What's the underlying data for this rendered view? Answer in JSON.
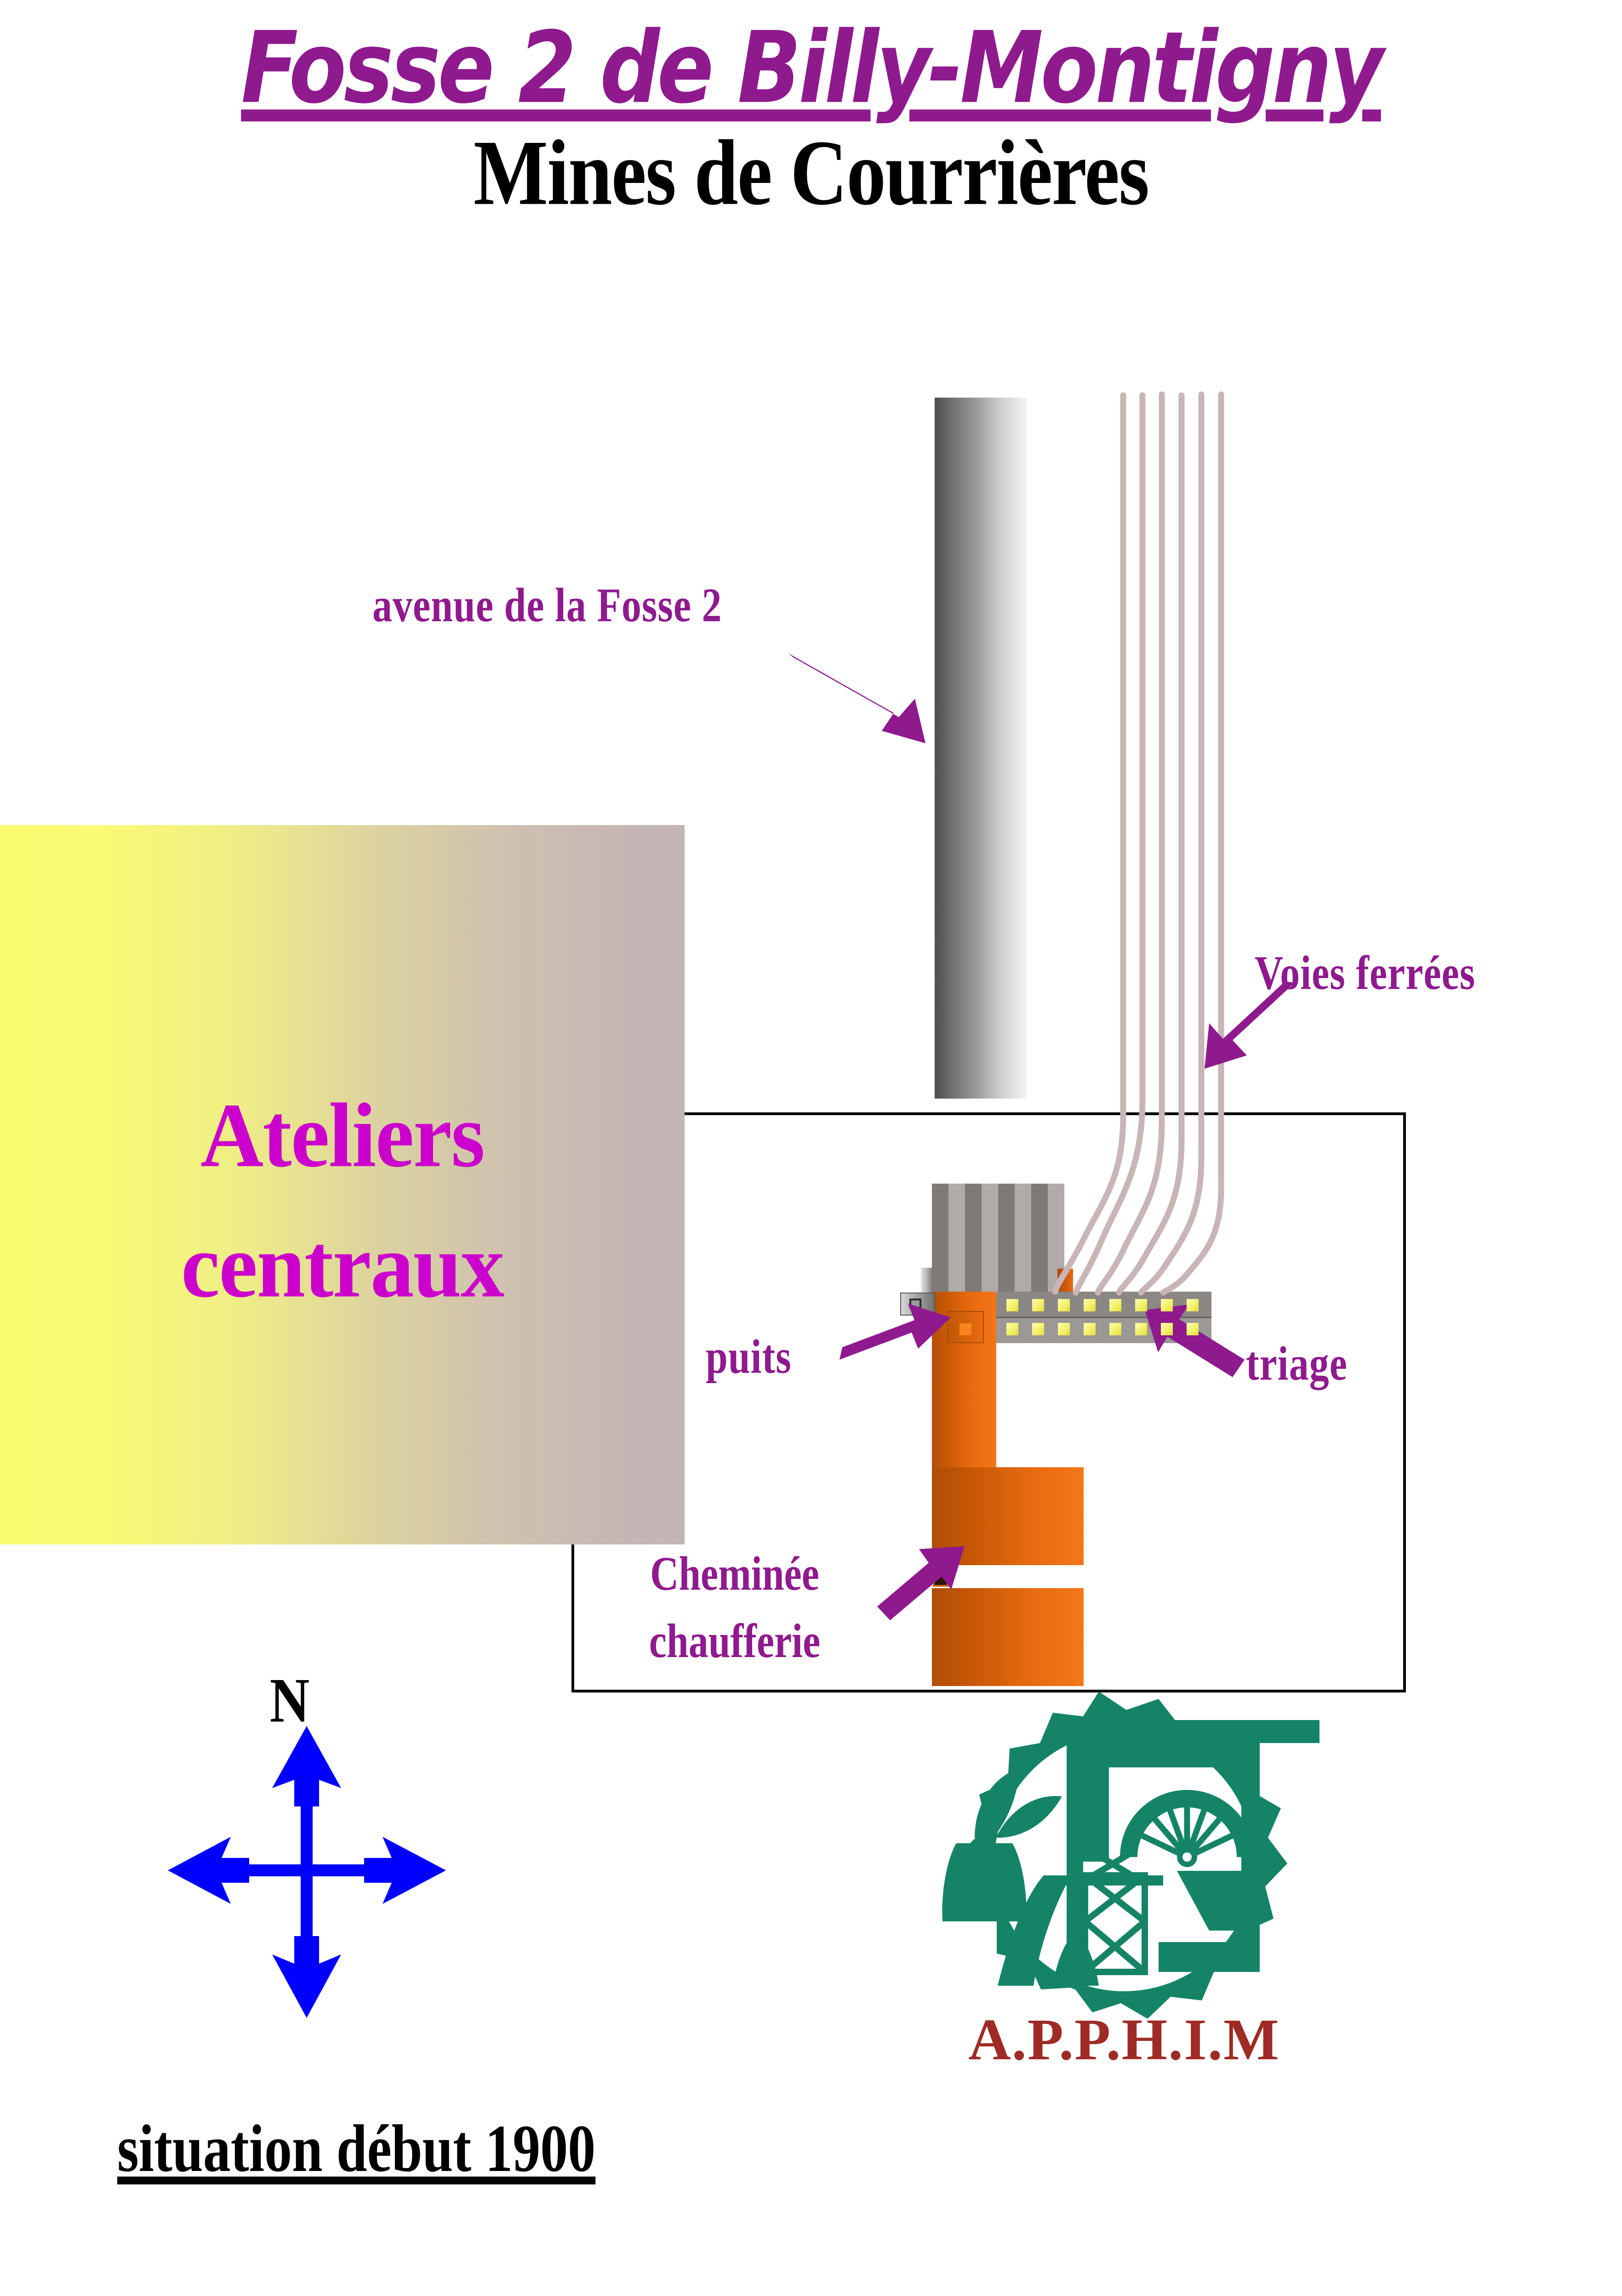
{
  "title": {
    "main": "Fosse 2 de Billy-Montigny",
    "sub": "Mines de Courrières"
  },
  "footer": {
    "caption": "situation début 1900"
  },
  "compass": {
    "north_label": "N"
  },
  "blocks": {
    "ateliers_line1": "Ateliers",
    "ateliers_line2": "centraux"
  },
  "annotations": {
    "avenue": "avenue de la Fosse 2",
    "voies_ferrees": "Voies ferrées",
    "puits": "puits",
    "triage": "triage",
    "cheminee_line1": "Cheminée",
    "cheminee_line2": "chaufferie"
  },
  "logo": {
    "text": "A.P.P.H.I.M"
  },
  "colors": {
    "title_purple": "#8E1A8E",
    "label_purple": "#8E1A8E",
    "ateliers_magenta": "#CC00CC",
    "compass_blue": "#0000FF",
    "logo_green": "#158466",
    "logo_red": "#9E2B25",
    "building_orange": "#E96A10",
    "triage_gray": "#8A8784",
    "window_yellow": "#F3F16A",
    "rail_color": "#C9B5B5",
    "road_gray": "#9A9A9A",
    "boundary_black": "#000000"
  },
  "counts": {
    "rail_tracks": 6,
    "triage_window_columns": 8,
    "triage_window_rows": 2,
    "stripe_bands": 8
  }
}
